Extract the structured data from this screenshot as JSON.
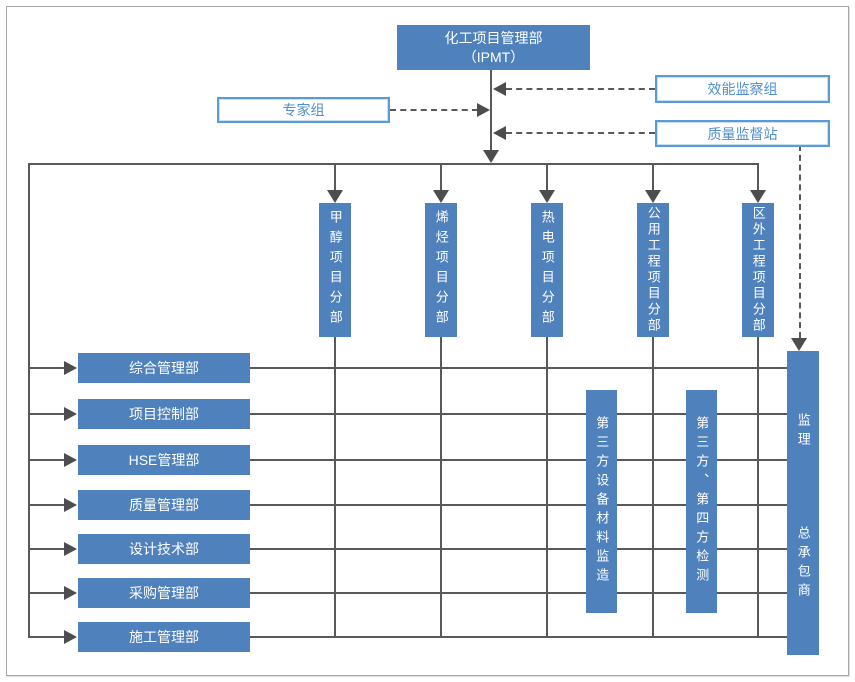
{
  "header_box": {
    "line1": "化工项目管理部",
    "line2": "（IPMT）"
  },
  "side_boxes": {
    "expert_group": "专家组",
    "efficiency_supervision_group": "效能监察组",
    "quality_supervision_station": "质量监督站"
  },
  "project_divisions": [
    {
      "label": "甲醇项目分部"
    },
    {
      "label": "烯烃项目分部"
    },
    {
      "label": "热电项目分部"
    },
    {
      "label": "公用工程项目分部"
    },
    {
      "label": "区外工程项目分部"
    }
  ],
  "departments": [
    {
      "label": "综合管理部"
    },
    {
      "label": "项目控制部"
    },
    {
      "label": "HSE管理部"
    },
    {
      "label": "质量管理部"
    },
    {
      "label": "设计技术部"
    },
    {
      "label": "采购管理部"
    },
    {
      "label": "施工管理部"
    }
  ],
  "oversight_boxes": [
    {
      "label": "第三方设备材料监造"
    },
    {
      "label": "第三方、第四方检测"
    }
  ],
  "contractor_box": {
    "supervision": "监理",
    "general_contractor": "总承包商"
  },
  "colors": {
    "box_fill": "#4f81bd",
    "outline_border": "#5b9bd5",
    "outline_text": "#4f8fd0",
    "line": "#595959",
    "page_border": "#a6a6a6"
  }
}
